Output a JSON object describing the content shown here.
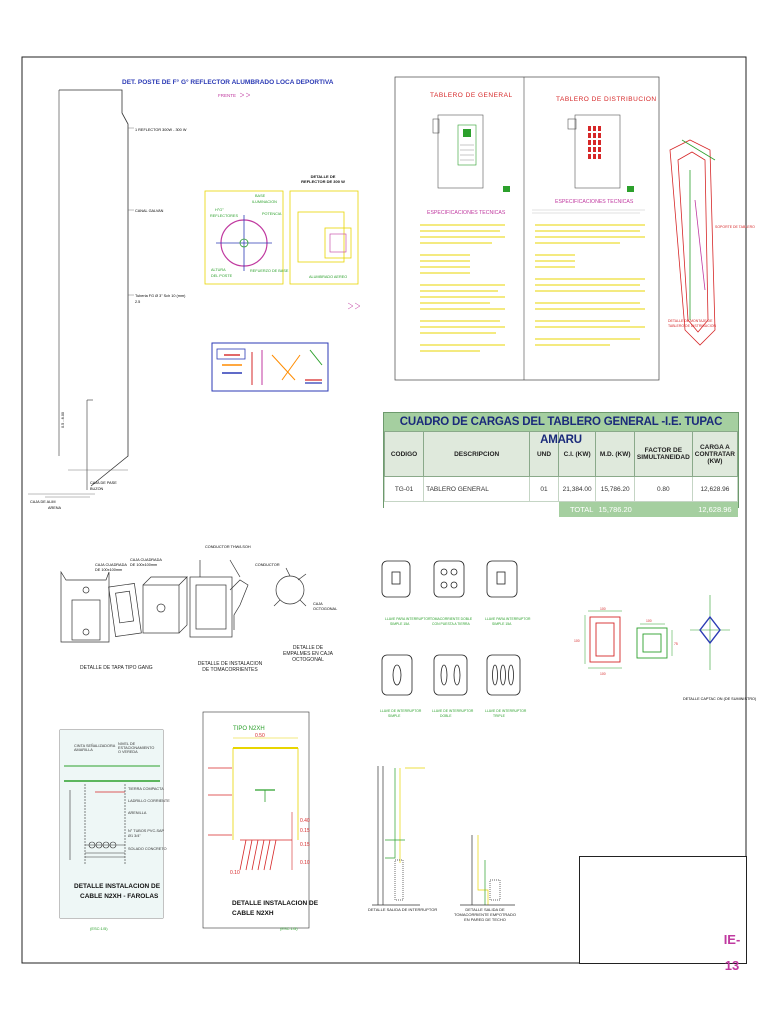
{
  "pole_detail": {
    "title": "DET. POSTE DE F° G° REFLECTOR ALUMBRADO LOCA DEPORTIVA",
    "label_reflector": "DETALLE DE REFLECTOR DE 300 W"
  },
  "panels": {
    "general_title": "TABLERO DE GENERAL",
    "distribution_title": "TABLERO DE DISTRIBUCION",
    "spec_left": "ESPECIFICACIONES TECNICAS",
    "spec_right": "ESPECIFICACIONES TECNICAS"
  },
  "load_table": {
    "title": "CUADRO DE CARGAS DEL TABLERO GENERAL -I.E. TUPAC AMARU",
    "headers": [
      "CODIGO",
      "DESCRIPCION",
      "UND",
      "C.I. (KW)",
      "M.D. (KW)",
      "FACTOR DE SIMULTANEIDAD",
      "CARGA A CONTRATAR (KW)"
    ],
    "rows": [
      {
        "codigo": "TG-01",
        "descripcion": "TABLERO GENERAL",
        "und": "01",
        "ci": "21,384.00",
        "md": "15,786.20",
        "factor": "0.80",
        "carga": "12,628.96"
      }
    ],
    "total_label": "TOTAL",
    "total_md": "15,786.20",
    "total_carga": "12,628.96"
  },
  "details": {
    "tapa_gang": "DETALLE DE TAPA TIPO GANG",
    "tomacorriente": "DETALLE DE INSTALACION DE TOMACORRIENTES",
    "octogonal": "DETALLE DE EMPALMES EN CAJA OCTOGONAL",
    "cable_farolas_1": "DETALLE INSTALACION DE",
    "cable_farolas_2": "CABLE N2XH - FAROLAS",
    "cable_n2xh_1": "DETALLE INSTALACION DE",
    "cable_n2xh_2": "CABLE N2XH",
    "interruptor": "DETALLE SALIDA DE INTERRUPTOR",
    "salida_toma": "DETALLE SALIDA DE TOMACORRIENTE EMPOTRADO EN PARED DE TECHO"
  },
  "title_block": {
    "sheet_code": "IE-13"
  },
  "colors": {
    "table_header": "#a5cfa0",
    "line_green": "#2ca02c",
    "line_red": "#d62728",
    "line_magenta": "#c03aa0",
    "line_blue": "#2b3ab5"
  }
}
